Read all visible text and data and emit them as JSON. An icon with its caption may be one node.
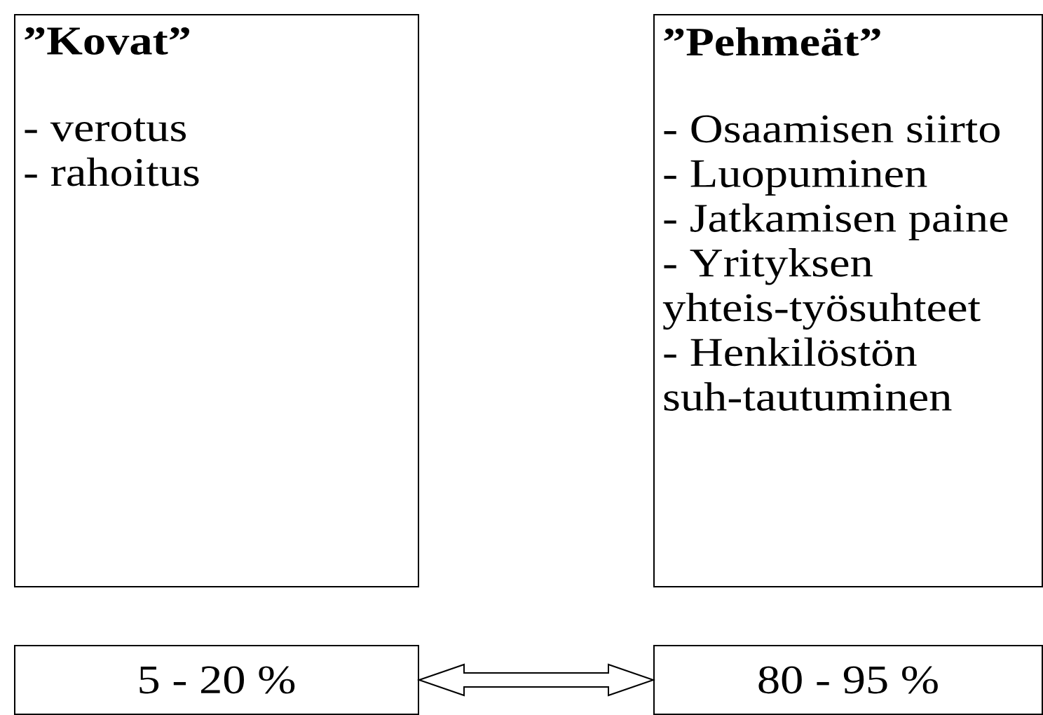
{
  "diagram": {
    "nodes": [
      {
        "text": [
          "”Kovat”",
          "- verotus",
          "- rahoitus"
        ]
      },
      {
        "text": [
          "”Pehmeät”",
          "- Osaamisen siirto",
          "- Luopuminen",
          "- Jatkamisen paine",
          "- Yrityksen yhteis-työsuhteet",
          "- Henkilöstön suh-tautuminen"
        ]
      },
      {
        "text": [
          "5 - 20 %"
        ]
      },
      {
        "text": [
          "80 - 95 %"
        ]
      }
    ],
    "edges": [
      {
        "from": 2,
        "to": 3,
        "arrow": "both"
      }
    ]
  }
}
